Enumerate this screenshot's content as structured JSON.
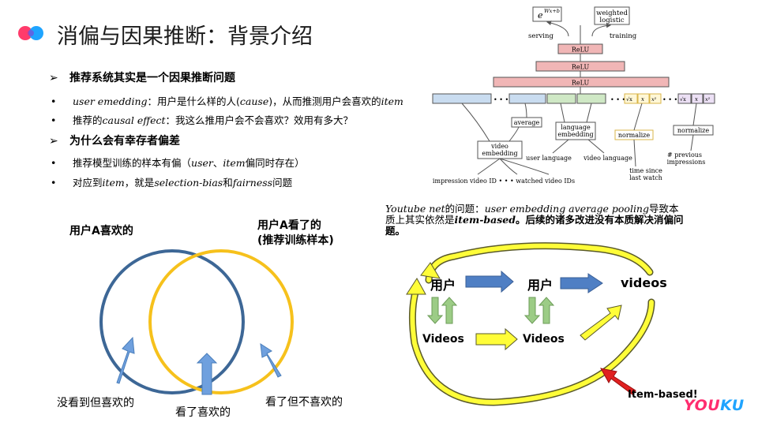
{
  "title": "消偏与因果推断：背景介绍",
  "sections": [
    {
      "heading": "推荐系统其实是一个因果推断问题",
      "bullets": [
        {
          "pre": "",
          "it1": "user emedding",
          "mid": "：用户是什么样的人(",
          "it2": "cause",
          "post": ")，从而推测用户会喜欢的",
          "it3": "item"
        },
        {
          "pre": "推荐的",
          "it1": "causal effect",
          "mid": "：我这么推用户会不会喜欢？效用有多大？",
          "it2": "",
          "post": "",
          "it3": ""
        }
      ]
    },
    {
      "heading": "为什么会有幸存者偏差",
      "bullets": [
        {
          "pre": "推荐模型训练的样本有偏（",
          "it1": "user",
          "mid": "、",
          "it2": "item",
          "post": "偏同时存在）",
          "it3": ""
        },
        {
          "pre": "对应到",
          "it1": "item",
          "mid": "，就是",
          "it2": "selection-bias",
          "post": "和",
          "it3": "fairness",
          "tail": "问题"
        }
      ]
    }
  ],
  "venn": {
    "label_left": "用户A喜欢的",
    "label_right_1": "用户A看了的",
    "label_right_2": "(推荐训练样本)",
    "caption_left": "没看到但喜欢的",
    "caption_center": "看了喜欢的",
    "caption_right": "看了但不喜欢的",
    "color_left": "#3d6796",
    "color_right": "#f6c11c"
  },
  "model_diagram": {
    "serving": "serving",
    "training": "training",
    "weighted_1": "weighted",
    "weighted_2": "logistic",
    "softmax": "e",
    "softmax_sup": "Wx+b",
    "relu": "ReLU",
    "average": "average",
    "video_embedding_1": "video",
    "video_embedding_2": "embedding",
    "language_embedding_1": "language",
    "language_embedding_2": "embedding",
    "normalize": "normalize",
    "user_language": "user language",
    "video_language": "video language",
    "time_since_1": "time since",
    "time_since_2": "last watch",
    "previous_1": "# previous",
    "previous_2": "impressions",
    "impression_ids": "impression video ID • • • watched video IDs",
    "dots": "• • •",
    "sqrt_x": "√x",
    "x": "x",
    "x2": "x²"
  },
  "note": {
    "it1": "Youtube net",
    "t1": "的问题：",
    "it2": "user embedding average pooling",
    "t2": "导致本质上其实依然是",
    "b1": "item-based",
    "t3": "。后续的诸多改进没有本质解决消偏问题。"
  },
  "flow": {
    "user_1": "用户",
    "user_2": "用户",
    "videos_top": "videos",
    "videos_1": "Videos",
    "videos_2": "Videos",
    "item_based": "Item-based!",
    "arrow_blue": "#4a7ebb",
    "arrow_green": "#8fbf7a",
    "arrow_yellow": "#fffd38",
    "arrow_red": "#e02020"
  },
  "brand": {
    "you": "YOU",
    "ku": "KU"
  }
}
